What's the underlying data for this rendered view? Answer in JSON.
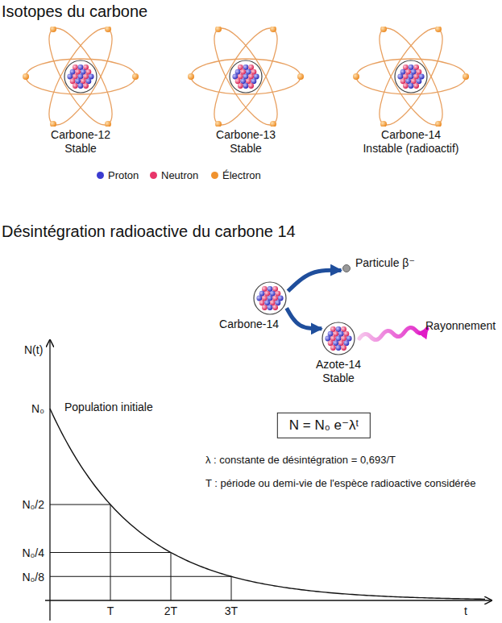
{
  "diagram": {
    "title": "Isotopes du carbone",
    "nodes": [
      {
        "text": [
          "Carbone-12",
          "Stable"
        ]
      },
      {
        "text": [
          "Carbone-13",
          "Stable"
        ]
      },
      {
        "text": [
          "Carbone-14",
          "Instable (radioactif)"
        ]
      },
      {
        "text": [
          "Carbone-14"
        ]
      },
      {
        "text": [
          "Particule β⁻"
        ]
      },
      {
        "text": [
          "Azote-14",
          "Stable"
        ]
      },
      {
        "text": [
          "N = N₀ e⁻λᵗ"
        ]
      }
    ],
    "edges": [
      {
        "from": 3,
        "to": 4,
        "arrow": "to"
      },
      {
        "from": 3,
        "to": 5,
        "arrow": "to"
      }
    ],
    "labels": [
      "Désintégration radioactive du carbone 14",
      "Rayonnement",
      "N(t)",
      "N₀",
      "Population initiale",
      "N₀/2",
      "N₀/4",
      "N₀/8",
      "T",
      "2T",
      "3T",
      "t",
      "λ : constante de désintégration = 0,693/T",
      "T : période ou demi-vie de l'espèce radioactive considérée"
    ],
    "legend": [
      {
        "text": "Proton",
        "color": "#3b3bd0"
      },
      {
        "text": "Neutron",
        "color": "#e8356a"
      },
      {
        "text": "Électron",
        "color": "#f0922e"
      }
    ]
  }
}
